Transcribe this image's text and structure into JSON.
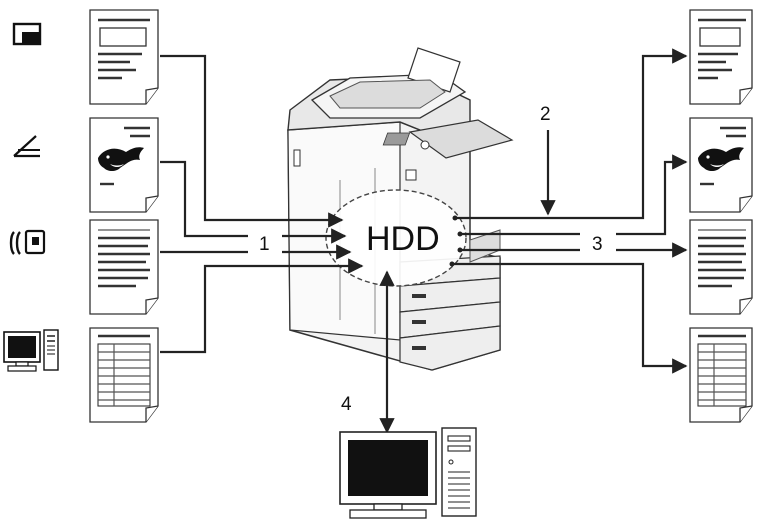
{
  "diagram": {
    "hdd_label": "HDD",
    "step_labels": [
      "1",
      "2",
      "3",
      "4"
    ],
    "input_icons": [
      "copier-icon",
      "scanner-icon",
      "fax-icon",
      "pc-print-icon"
    ],
    "input_documents": [
      "form-document",
      "whale-image-document",
      "text-document",
      "table-document"
    ],
    "output_documents": [
      "form-document",
      "whale-image-document",
      "text-document",
      "table-document"
    ],
    "client_computer": "desktop-pc-icon",
    "device": "multifunction-printer"
  }
}
